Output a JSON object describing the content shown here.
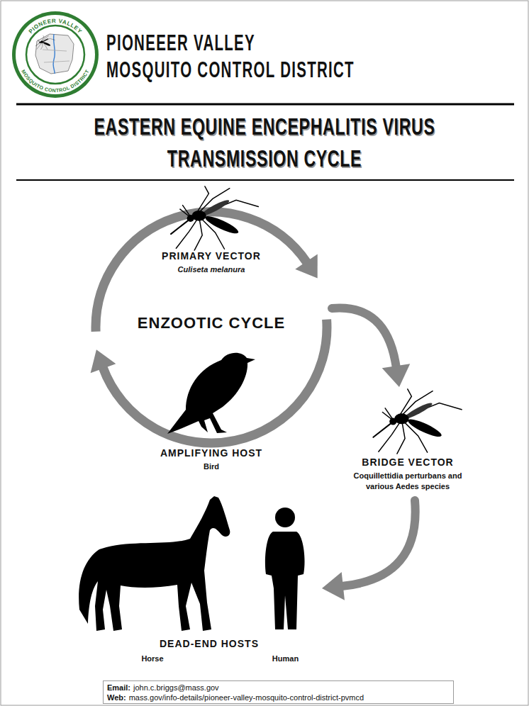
{
  "diagram": {
    "title": "EASTERN EQUINE ENCEPHALITIS VIRUS TRANSMISSION CYCLE",
    "nodes": [
      {
        "text": [
          "ENZOOTIC CYCLE"
        ]
      },
      {
        "text": [
          "PRIMARY VECTOR",
          "Culiseta melanura"
        ],
        "in": 0
      },
      {
        "text": [
          "AMPLIFYING HOST",
          "Bird"
        ],
        "in": 0
      },
      {
        "text": [
          "BRIDGE VECTOR",
          "Coquillettidia perturbans and various Aedes species"
        ]
      },
      {
        "text": [
          "DEAD-END HOSTS"
        ]
      },
      {
        "text": [
          "Horse"
        ],
        "in": 4
      },
      {
        "text": [
          "Human"
        ],
        "in": 4
      },
      {
        "text": [
          "Email:",
          "john.c.briggs@mass.gov",
          "Web:",
          "mass.gov/info-details/pioneer-valley-mosquito-control-district-pvmcd"
        ]
      }
    ],
    "edges": [
      {
        "from": 1,
        "to": 2,
        "arrow": "to"
      },
      {
        "from": 2,
        "to": 1,
        "arrow": "to"
      },
      {
        "from": 0,
        "to": 3,
        "arrow": "to"
      },
      {
        "from": 3,
        "to": 4,
        "arrow": "to"
      }
    ],
    "labels": [
      "PIONEEER VALLEY",
      "MOSQUITO CONTROL DISTRICT",
      "PIONEER VALLEY",
      "MOSQUITO CONTROL DISTRICT"
    ]
  }
}
